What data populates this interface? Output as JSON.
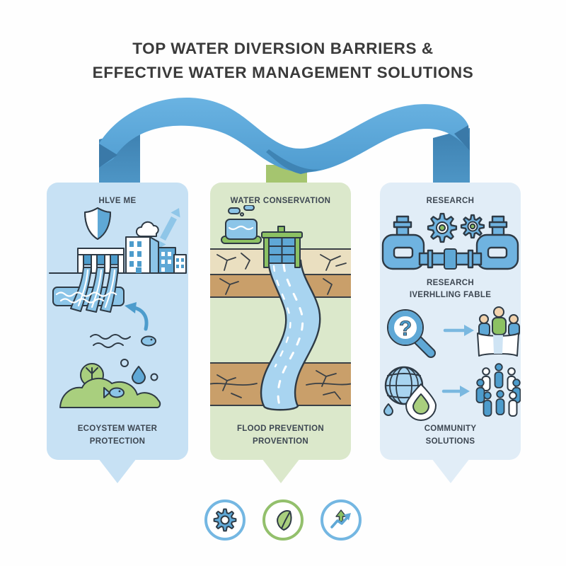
{
  "title": {
    "line1": "TOP WATER DIVERSION BARRIERS &",
    "line2": "EFFECTIVE WATER MANAGEMENT SOLUTIONS"
  },
  "panels": {
    "left": {
      "header": "HLVE ME",
      "footer_line1": "ECOYSTEM WATER",
      "footer_line2": "PROTECTION"
    },
    "middle": {
      "header": "WATER CONSERVATION",
      "footer_line1": "FLOOD PREVENTION",
      "footer_line2": "PROVENTION"
    },
    "right": {
      "header": "RESEARCH",
      "caption_line1": "RESEARCH",
      "caption_line2": "IVERHLLING FABLE",
      "footer_line1": "COMMUNITY",
      "footer_line2": "SOLUTIONS"
    }
  },
  "icons": {
    "left_panel": [
      "shield-icon",
      "double-arrow-icon",
      "cloud-icon",
      "dam-icon",
      "buildings-icon",
      "cycle-arrow-icon",
      "waves-icon",
      "fish-icon",
      "ecosystem-hill-icon",
      "water-drop-icon"
    ],
    "middle_panel": [
      "basin-icon",
      "sluice-gate-icon",
      "dry-earth-icon",
      "river-icon"
    ],
    "right_panel": [
      "pipes-icon",
      "gear-icon",
      "magnifier-question-icon",
      "arrow-right-icon",
      "banner-people-icon",
      "globe-icon",
      "water-drop-badge-icon",
      "crowd-icon"
    ],
    "bottom_row": [
      "gear-icon",
      "leaf-icon",
      "growth-arrow-icon"
    ]
  },
  "colors": {
    "ribbon_blue": "#58a8d8",
    "ribbon_dark": "#3a79a8",
    "tab_green": "#a5c56f",
    "panel_left_bg": "#c7e1f4",
    "panel_middle_bg": "#dbe8cb",
    "panel_right_bg": "#e1edf7",
    "illustration_blue": "#5fa8d6",
    "illustration_green": "#a9cf7e",
    "earth_light": "#eadfc0",
    "earth_brown": "#c99f6a",
    "outline": "#2e3a45",
    "text": "#3d4752"
  }
}
